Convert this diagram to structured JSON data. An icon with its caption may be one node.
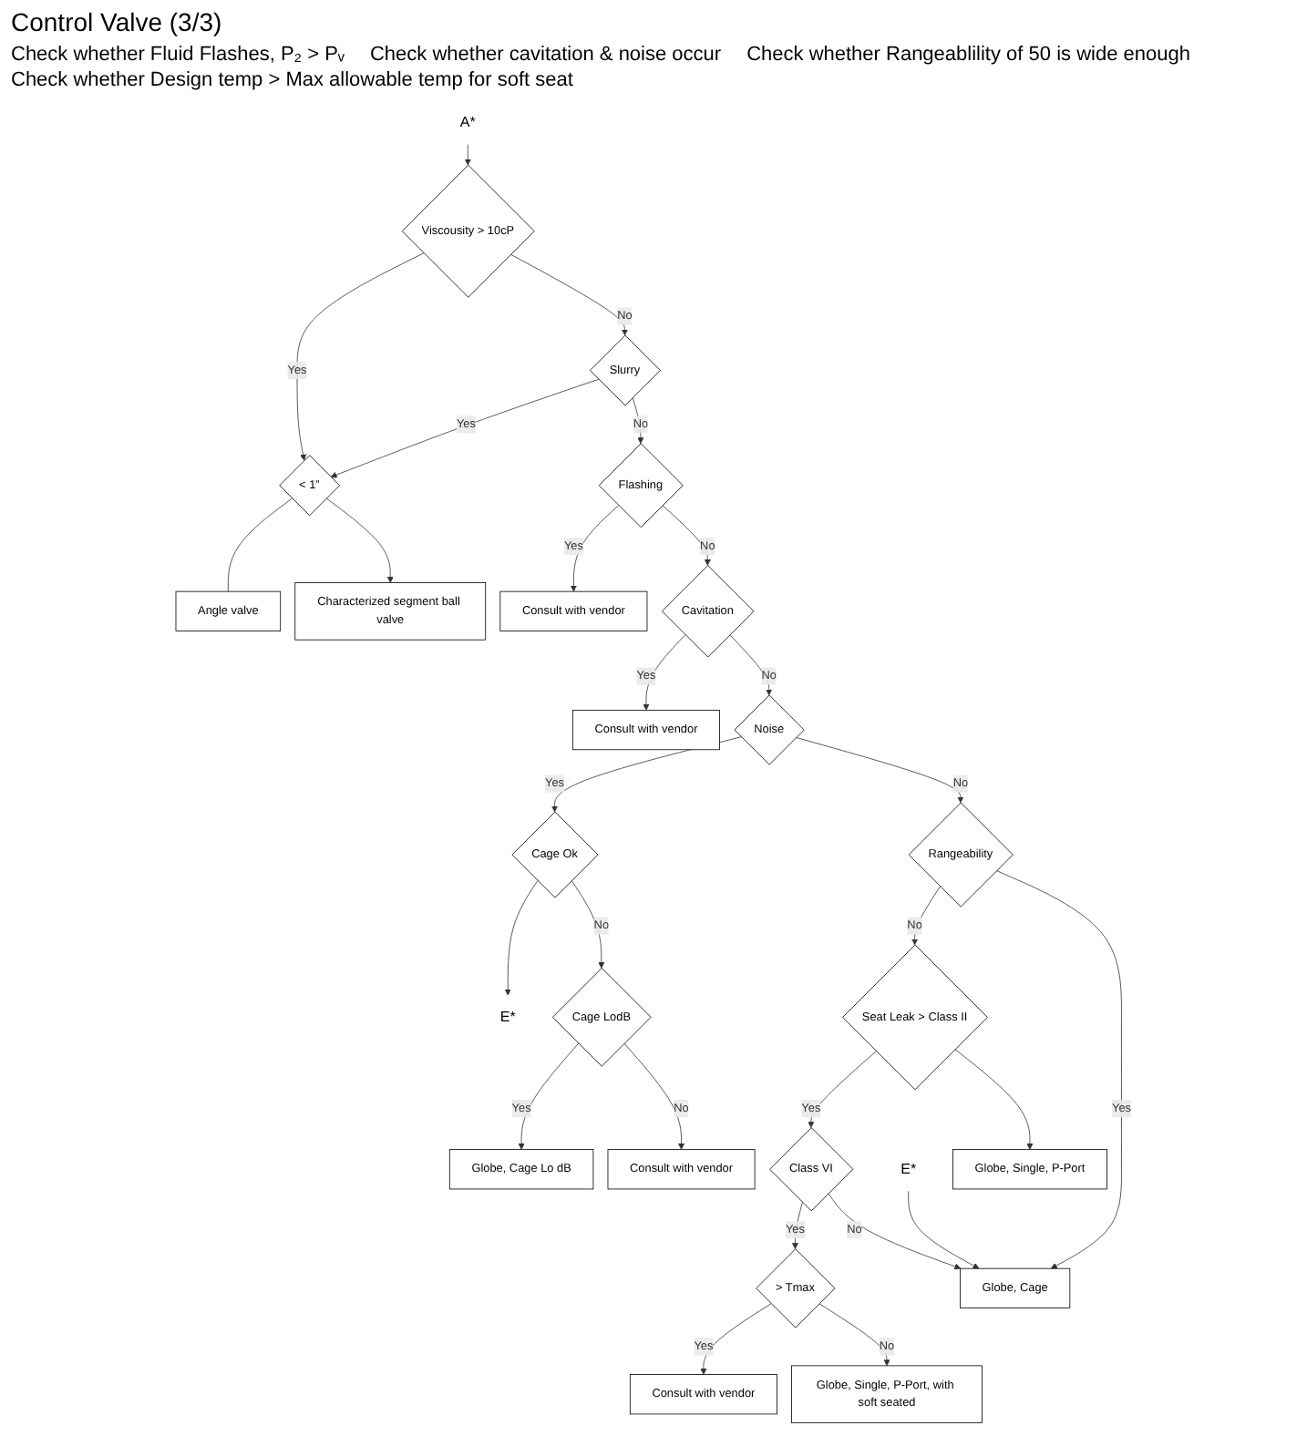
{
  "diagram": {
    "title": "Control Valve (3/3)",
    "nodes": [
      {
        "text": [
          "A*"
        ]
      },
      {
        "text": [
          "Viscousity > 10cP"
        ]
      },
      {
        "text": [
          "Slurry"
        ]
      },
      {
        "text": [
          "< 1”"
        ]
      },
      {
        "text": [
          "Angle valve"
        ]
      },
      {
        "text": [
          "Characterized segment ball valve"
        ]
      },
      {
        "text": [
          "Flashing"
        ]
      },
      {
        "text": [
          "Consult with vendor"
        ]
      },
      {
        "text": [
          "Cavitation"
        ]
      },
      {
        "text": [
          "Consult with vendor"
        ]
      },
      {
        "text": [
          "Noise"
        ]
      },
      {
        "text": [
          "Cage Ok"
        ]
      },
      {
        "text": [
          "E*"
        ]
      },
      {
        "text": [
          "Rangeability"
        ]
      },
      {
        "text": [
          "Cage LodB"
        ]
      },
      {
        "text": [
          "Globe, Cage Lo dB"
        ]
      },
      {
        "text": [
          "Consult with vendor"
        ]
      },
      {
        "text": [
          "Seat Leak > Class II"
        ]
      },
      {
        "text": [
          "Class VI"
        ]
      },
      {
        "text": [
          "> Tmax"
        ]
      },
      {
        "text": [
          "Consult with vendor"
        ]
      },
      {
        "text": [
          "E*"
        ]
      },
      {
        "text": [
          "Globe, Single, P-Port"
        ]
      },
      {
        "text": [
          "Globe, Cage"
        ]
      },
      {
        "text": [
          "Globe, Single, P-Port, with soft seated"
        ]
      }
    ],
    "edges": [
      {
        "from": 0,
        "to": 1,
        "arrow": "to"
      },
      {
        "from": 1,
        "to": 3,
        "arrow": "to",
        "label": "Yes"
      },
      {
        "from": 1,
        "to": 2,
        "arrow": "to",
        "label": "No"
      },
      {
        "from": 2,
        "to": 3,
        "arrow": "to",
        "label": "Yes"
      },
      {
        "from": 2,
        "to": 6,
        "arrow": "to",
        "label": "No"
      },
      {
        "from": 3,
        "to": 4,
        "arrow": "none"
      },
      {
        "from": 3,
        "to": 5,
        "arrow": "to"
      },
      {
        "from": 6,
        "to": 7,
        "arrow": "to",
        "label": "Yes"
      },
      {
        "from": 6,
        "to": 8,
        "arrow": "to",
        "label": "No"
      },
      {
        "from": 8,
        "to": 9,
        "arrow": "to",
        "label": "Yes"
      },
      {
        "from": 8,
        "to": 10,
        "arrow": "to",
        "label": "No"
      },
      {
        "from": 10,
        "to": 11,
        "arrow": "to",
        "label": "Yes"
      },
      {
        "from": 10,
        "to": 13,
        "arrow": "to",
        "label": "No"
      },
      {
        "from": 11,
        "to": 12,
        "arrow": "to"
      },
      {
        "from": 11,
        "to": 14,
        "arrow": "to",
        "label": "No"
      },
      {
        "from": 14,
        "to": 15,
        "arrow": "to",
        "label": "Yes"
      },
      {
        "from": 14,
        "to": 16,
        "arrow": "to",
        "label": "No"
      },
      {
        "from": 13,
        "to": 17,
        "arrow": "to",
        "label": "No"
      },
      {
        "from": 13,
        "to": 23,
        "arrow": "to",
        "label": "Yes"
      },
      {
        "from": 17,
        "to": 18,
        "arrow": "to",
        "label": "Yes"
      },
      {
        "from": 17,
        "to": 22,
        "arrow": "to"
      },
      {
        "from": 18,
        "to": 19,
        "arrow": "to",
        "label": "Yes"
      },
      {
        "from": 18,
        "to": 23,
        "arrow": "to",
        "label": "No"
      },
      {
        "from": 19,
        "to": 20,
        "arrow": "to",
        "label": "Yes"
      },
      {
        "from": 19,
        "to": 24,
        "arrow": "to",
        "label": "No"
      },
      {
        "from": 21,
        "to": 23,
        "arrow": "to"
      }
    ],
    "labels": [
      "Check whether Fluid Flashes, P₂ > Pᵥ",
      "Check whether cavitation & noise occur",
      "Check whether Rangeablility of 50 is wide enough",
      "Check whether Design temp > Max allowable temp for soft seat"
    ]
  }
}
